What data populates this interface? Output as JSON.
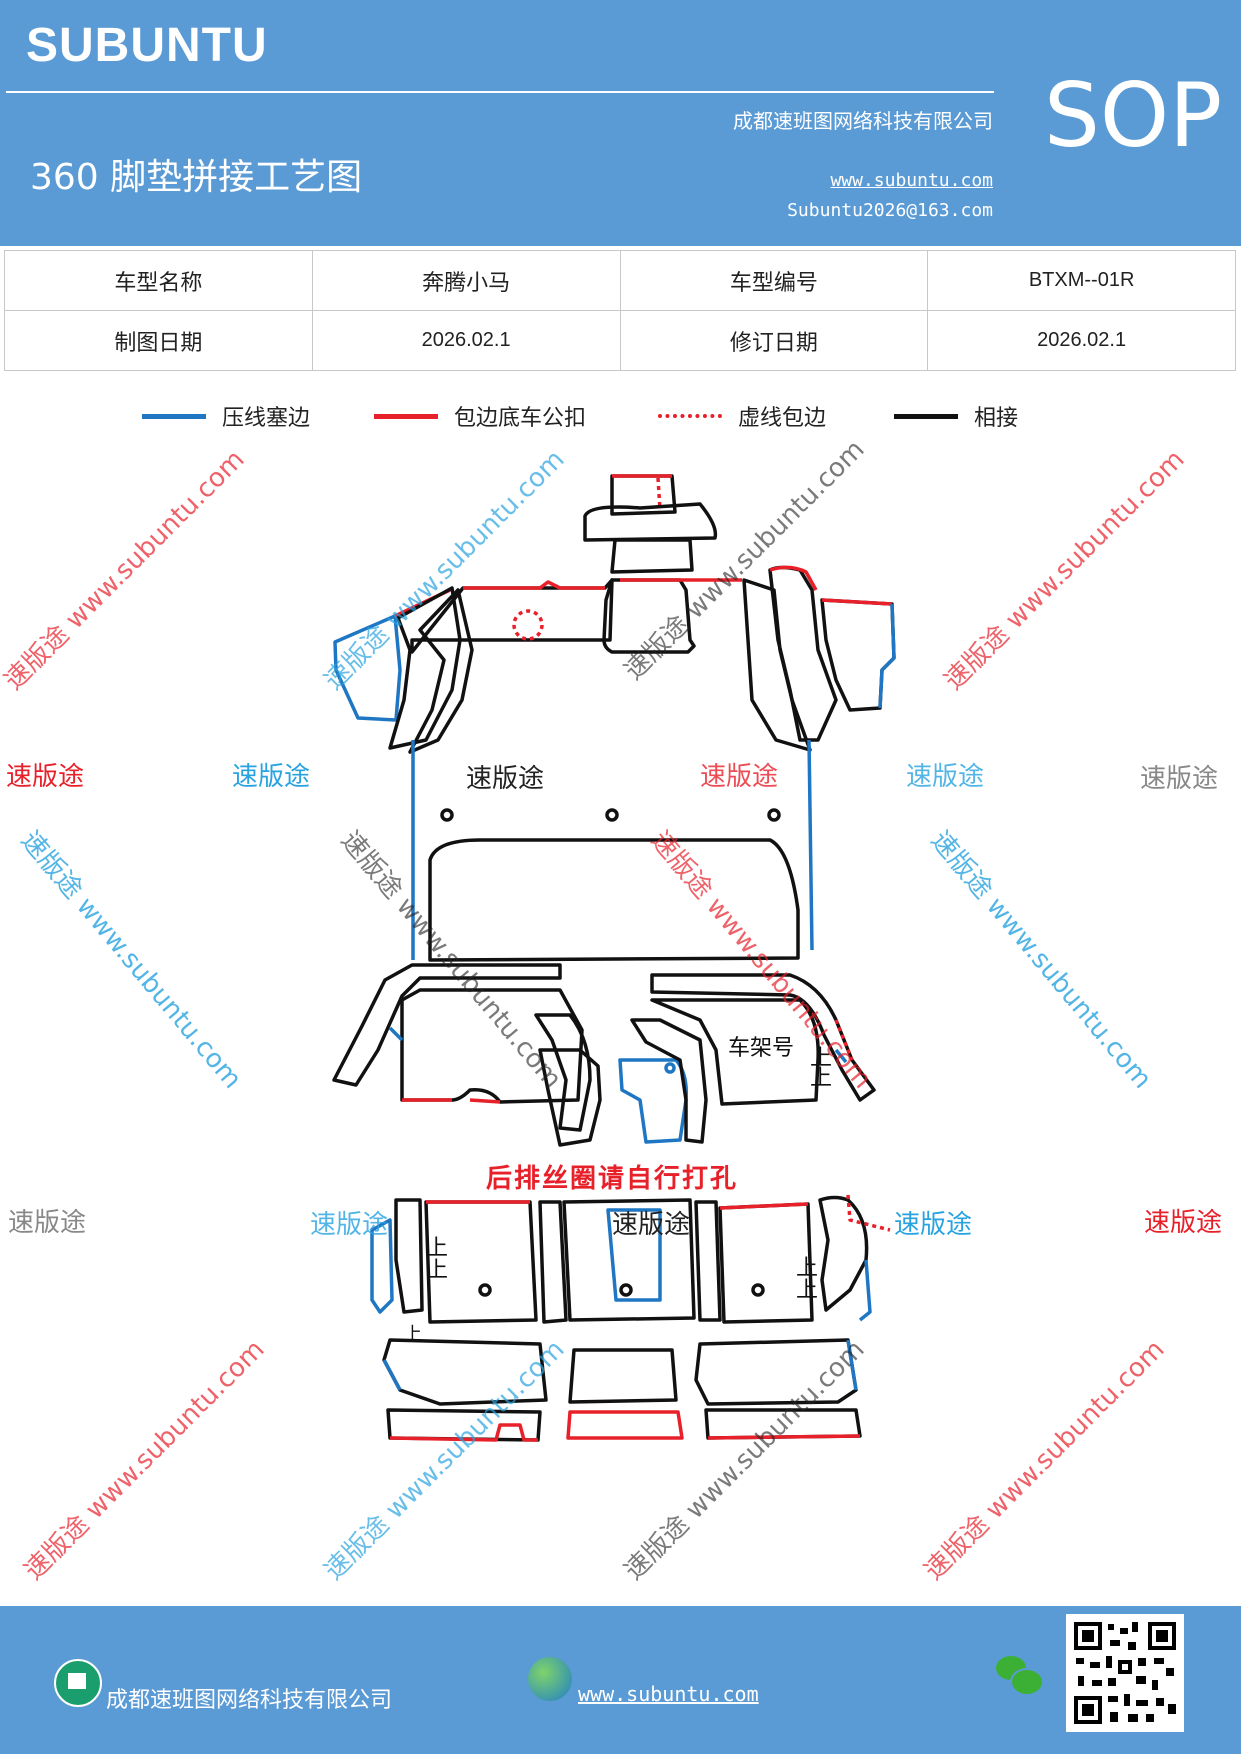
{
  "header": {
    "brand": "SUBUNTU",
    "title": "360 脚垫拼接工艺图",
    "company": "成都速班图网络科技有限公司",
    "website": "www.subuntu.com",
    "email": "Subuntu2026@163.com",
    "badge": "SOP",
    "bg_color": "#5b9bd5"
  },
  "info_table": {
    "model_name_label": "车型名称",
    "model_name": "奔腾小马",
    "model_code_label": "车型编号",
    "model_code": "BTXM--01R",
    "draw_date_label": "制图日期",
    "draw_date": "2026.02.1",
    "revise_date_label": "修订日期",
    "revise_date": "2026.02.1"
  },
  "legend": [
    {
      "label": "压线塞边",
      "color": "#1f77c4",
      "style": "solid"
    },
    {
      "label": "包边底车公扣",
      "color": "#e8202a",
      "style": "solid"
    },
    {
      "label": "虚线包边",
      "color": "#e8202a",
      "style": "dotted"
    },
    {
      "label": "相接",
      "color": "#111111",
      "style": "solid"
    }
  ],
  "diagram": {
    "frame_label": "车架号",
    "up_label": "上",
    "note": "后排丝圈请自行打孔"
  },
  "watermark": {
    "brand_cn": "速版途",
    "url_text": "速版途 www.subuntu.com",
    "colors": [
      "#e8202a",
      "#29a3e0",
      "#222222",
      "#888888"
    ]
  },
  "footer": {
    "company": "成都速班图网络科技有限公司",
    "website": "www.subuntu.com "
  }
}
